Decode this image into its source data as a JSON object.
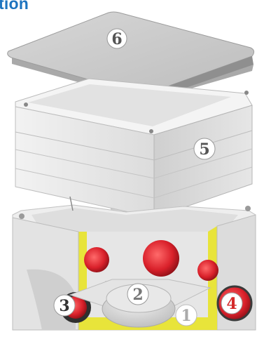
{
  "header": {
    "title": "tion"
  },
  "callouts": [
    {
      "id": "lid",
      "label": "6",
      "color": "#ffffff",
      "text_color": "#555555"
    },
    {
      "id": "frame",
      "label": "5",
      "color": "#ffffff",
      "text_color": "#555555"
    },
    {
      "id": "gland-left",
      "label": "3",
      "color": "#ffffff",
      "text_color": "#333333"
    },
    {
      "id": "center-cap",
      "label": "2",
      "color": "#ffffff",
      "text_color": "#777777"
    },
    {
      "id": "base-edge",
      "label": "1",
      "color": "#ffffff",
      "text_color": "#aaaaaa"
    },
    {
      "id": "gland-right",
      "label": "4",
      "color": "#ffffff",
      "text_color": "#d42a2a"
    }
  ],
  "colors": {
    "title": "#1e74bf",
    "housing": "#e6e6e6",
    "seal": "#e8e43a",
    "gland": "#d9202a"
  }
}
